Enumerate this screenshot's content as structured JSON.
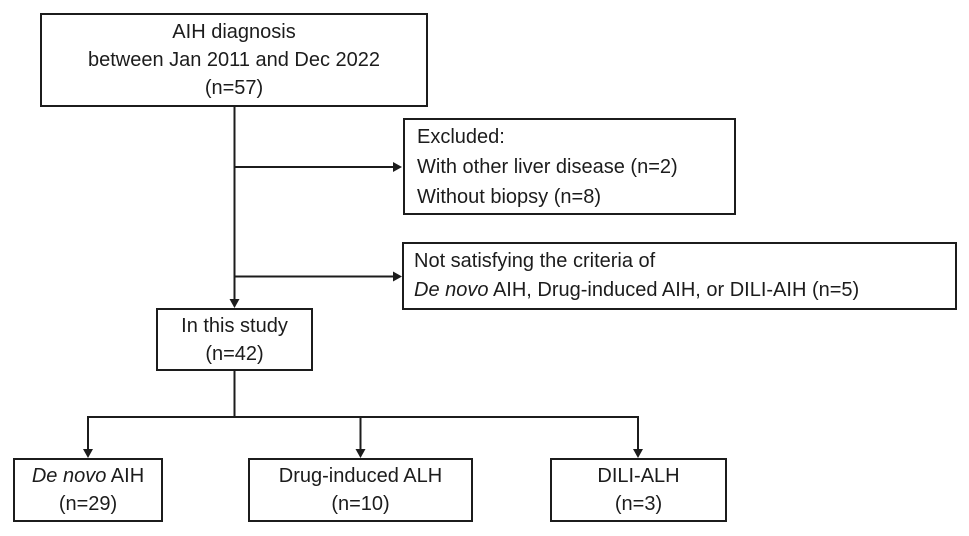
{
  "diagram": {
    "title": "Study flow diagram",
    "colors": {
      "background": "#ffffff",
      "line": "#1c1c1c",
      "text": "#1c1c1c"
    },
    "boxes": {
      "diagnosis": {
        "line1": "AIH diagnosis",
        "line2": "between Jan 2011 and Dec 2022",
        "line3": "(n=57)"
      },
      "excluded": {
        "line1": "Excluded:",
        "line2": "With other liver disease (n=2)",
        "line3": "Without biopsy (n=8)"
      },
      "criteria": {
        "line1": "Not satisfying the criteria of",
        "line2_italic": "De novo",
        "line2_rest": " AIH, Drug-induced AIH, or DILI-AIH (n=5)"
      },
      "study": {
        "line1": "In this study",
        "line2": "(n=42)"
      },
      "de_novo": {
        "line1_italic": "De novo",
        "line1_rest": " AIH",
        "line2": "(n=29)"
      },
      "drug_induced": {
        "line1": "Drug-induced ALH",
        "line2": "(n=10)"
      },
      "dili": {
        "line1": "DILI-ALH",
        "line2": "(n=3)"
      }
    }
  }
}
